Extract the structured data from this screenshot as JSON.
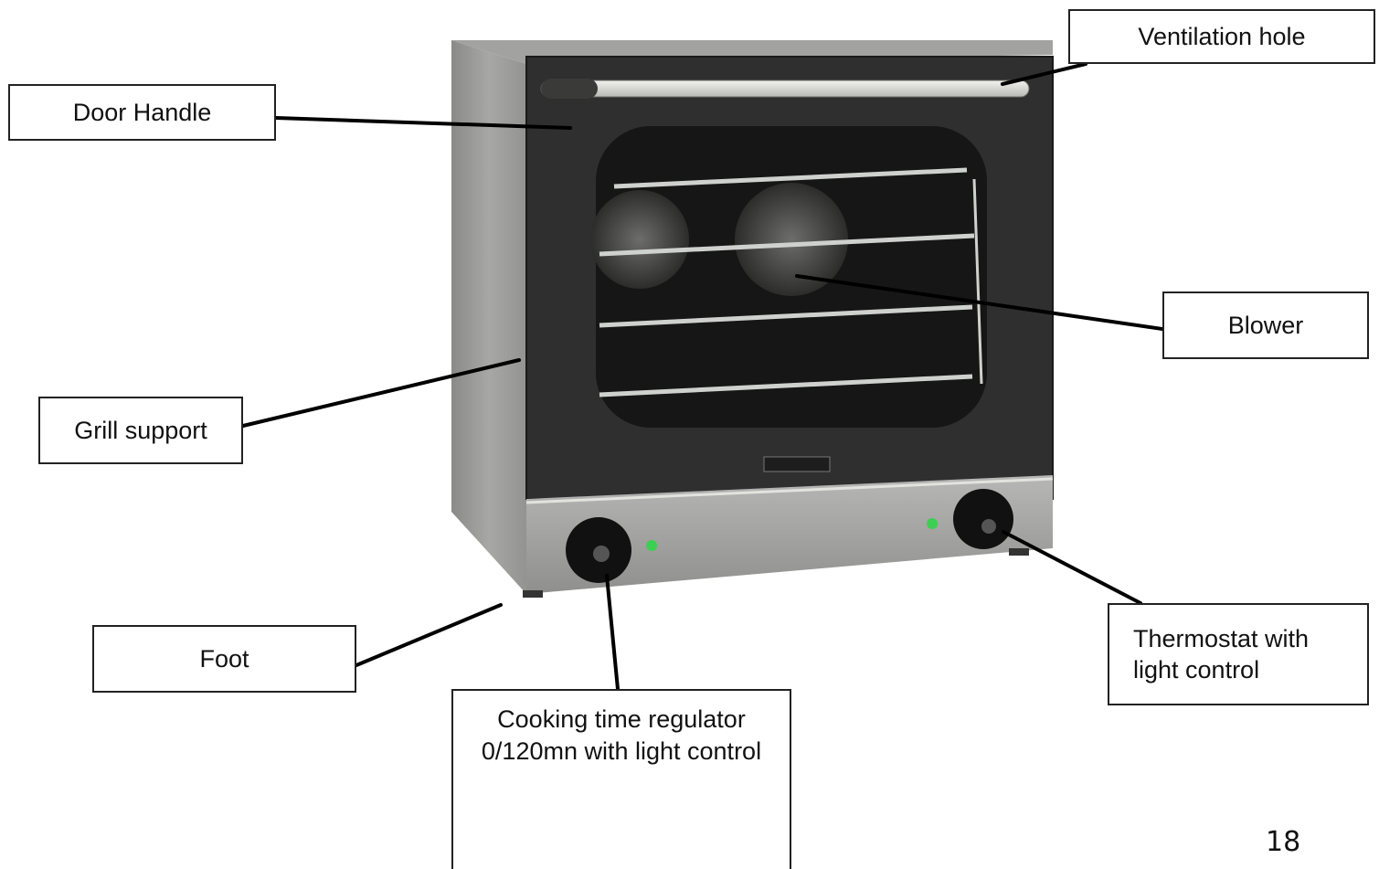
{
  "figure": {
    "subject": "convection oven",
    "labels": {
      "ventilation_hole": "Ventilation hole",
      "door_handle": "Door Handle",
      "blower": "Blower",
      "grill_support": "Grill support",
      "foot": "Foot",
      "thermostat": "Thermostat with light control",
      "cooking_time_regulator": "Cooking time regulator 0/120mn with light control"
    },
    "page_number": "18"
  },
  "colors": {
    "casing": "#9d9d9b",
    "casing_dark": "#7e7e7c",
    "door_glass": "#2e2e2f",
    "window": "#141414",
    "rack": "#c9cbc8",
    "indicator_light": "#3ccf52",
    "leader_line": "#000000"
  }
}
